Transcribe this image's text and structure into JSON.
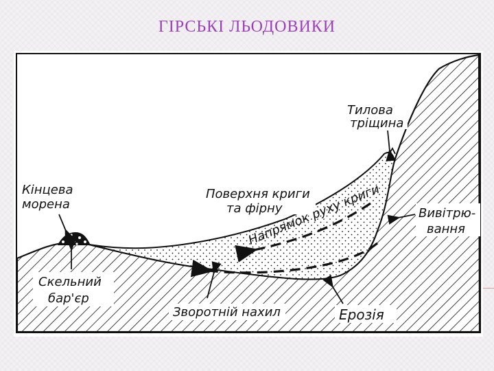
{
  "title": "ГІРСЬКІ ЛЬОДОВИКИ",
  "colors": {
    "title": "#9b3fbd",
    "background": "#f1eff1",
    "diagram_ink": "#111111"
  },
  "labels": {
    "tilova_line1": "Тилова",
    "tilova_line2": "тріщина",
    "kintseva_line1": "Кінцева",
    "kintseva_line2": "морена",
    "poverkhnia_line1": "Поверхня криги",
    "poverkhnia_line2": "та фірну",
    "napriamok": "Напрямок руху криги",
    "vyvitriuvannia_line1": "Вивітрю-",
    "vyvitriuvannia_line2": "вання",
    "skelnyi_line1": "Скельний",
    "skelnyi_line2": "бар'єр",
    "zvorotnii": "Зворотній нахил",
    "eroziia": "Ерозія"
  }
}
